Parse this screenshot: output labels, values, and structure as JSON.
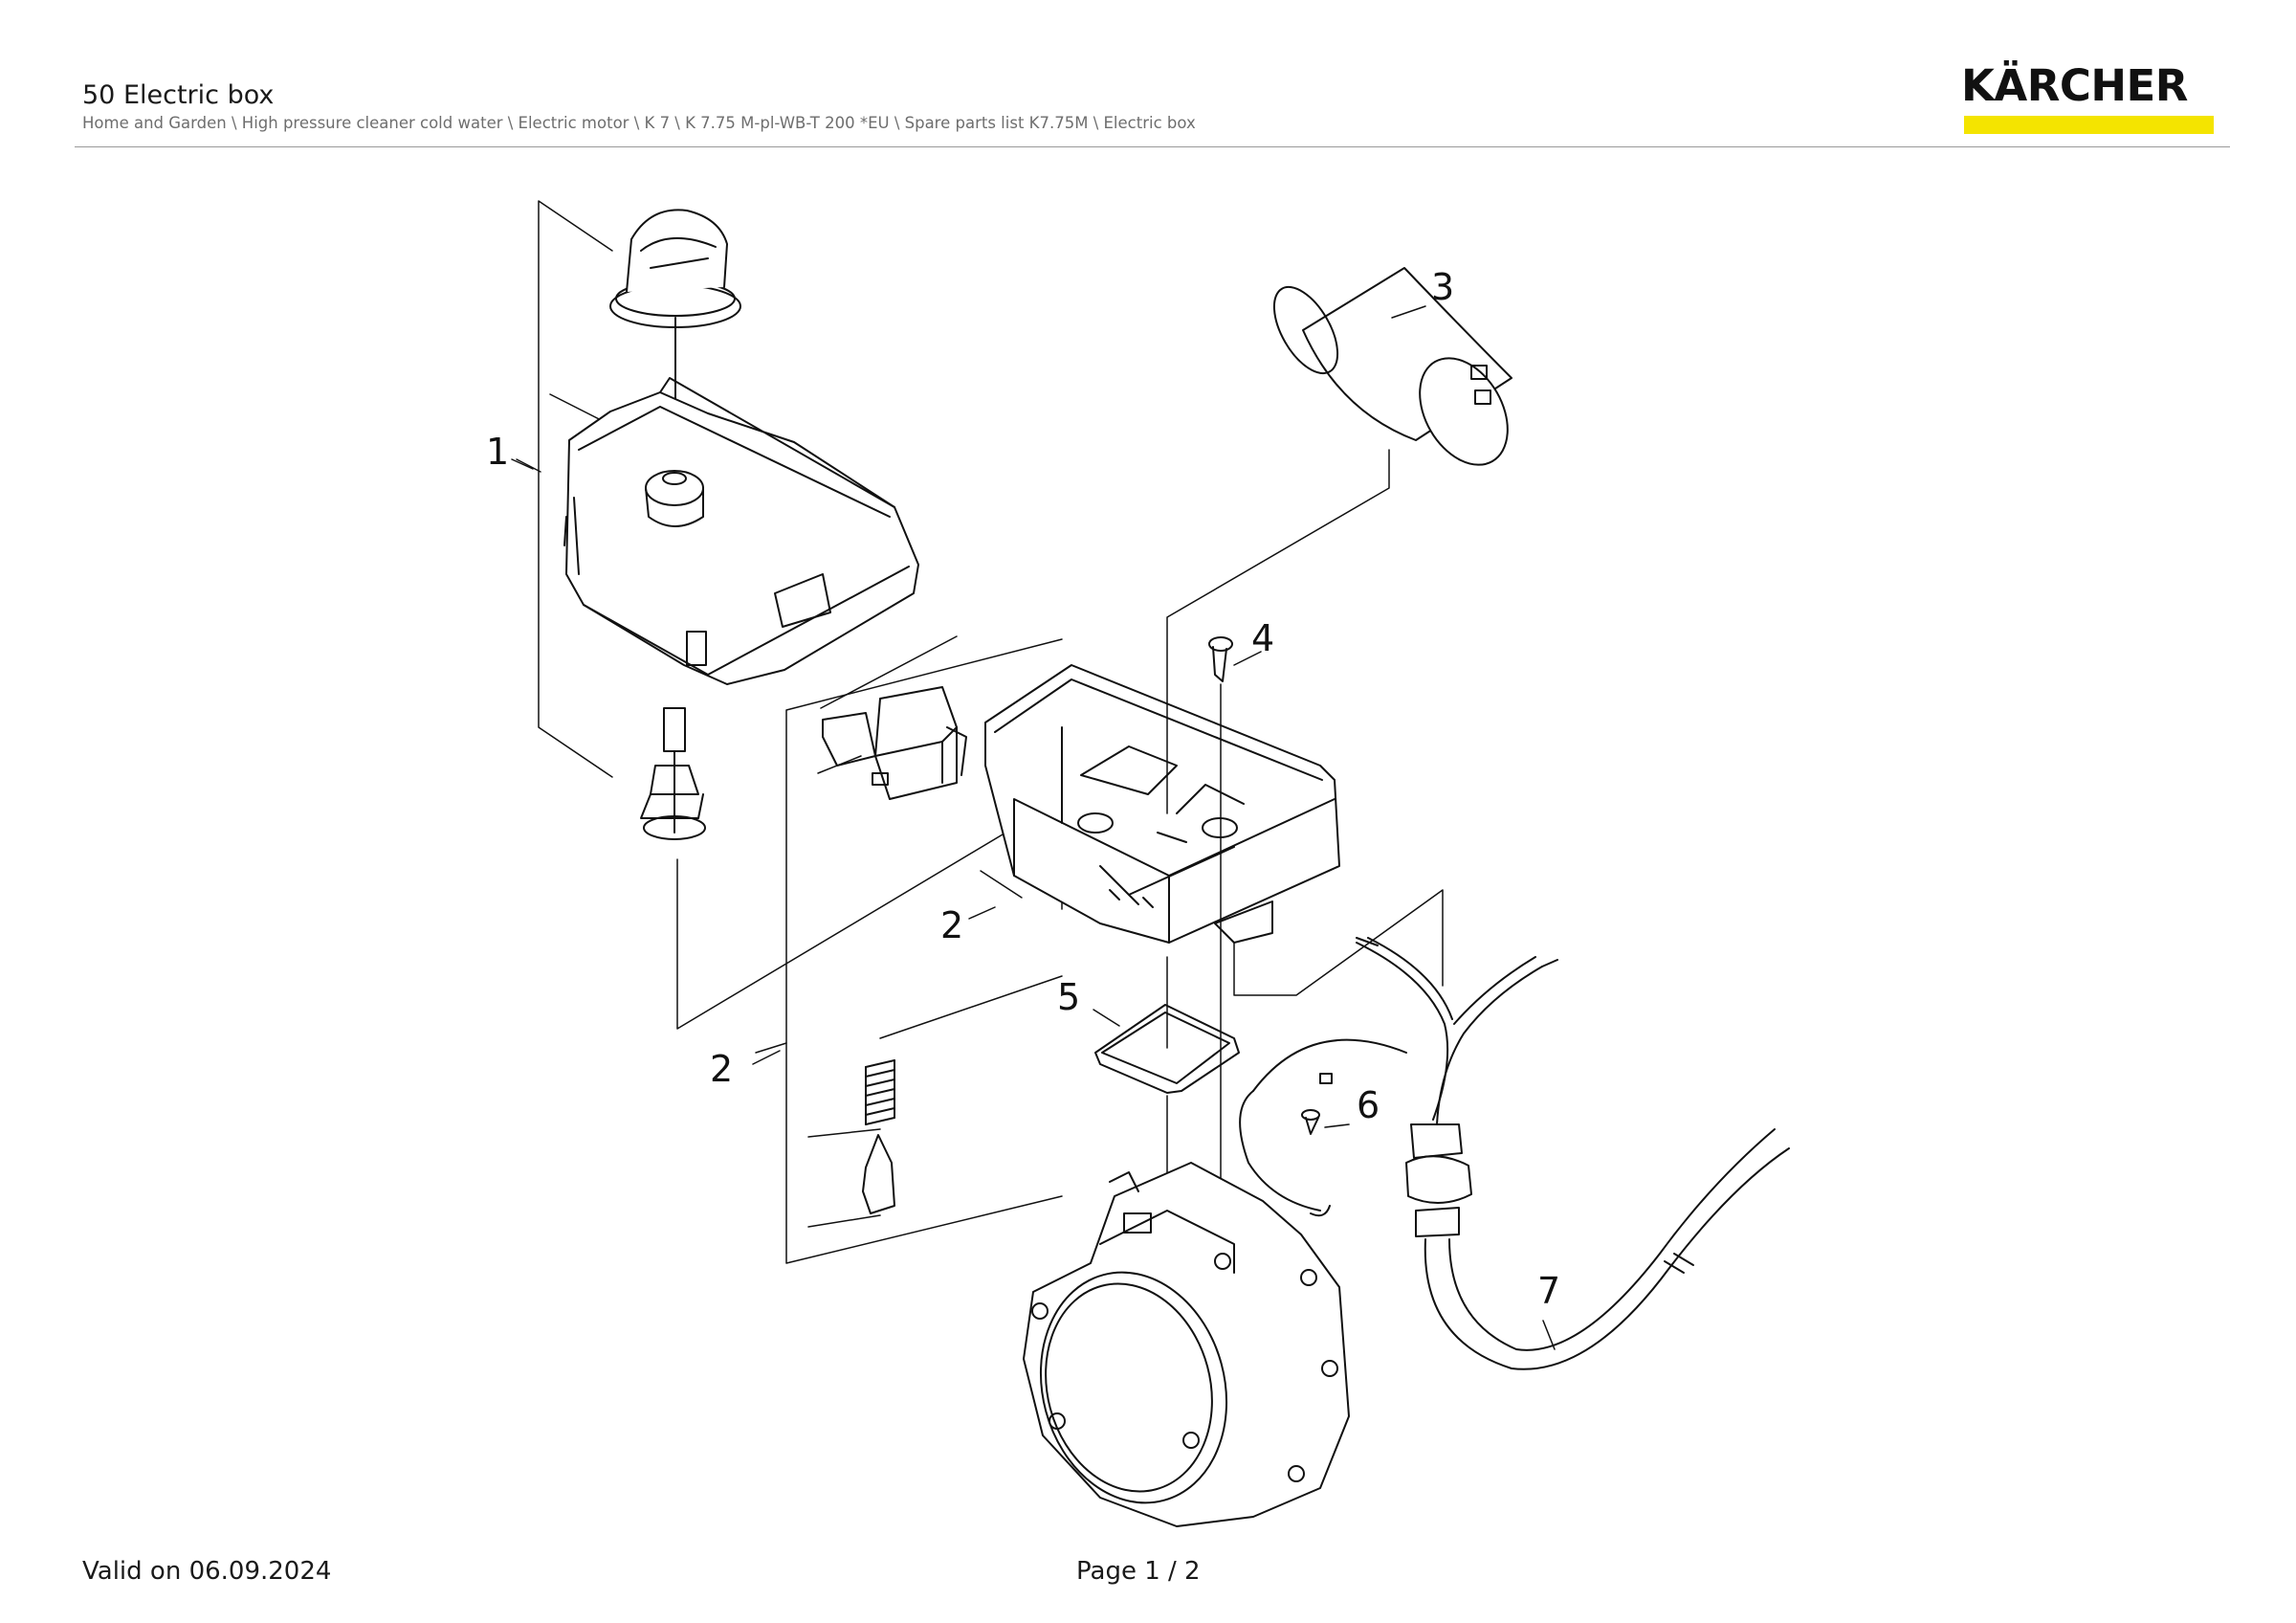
{
  "header": {
    "title": "50 Electric box",
    "breadcrumb": "Home and Garden \\ High pressure cleaner cold water \\ Electric motor \\ K 7 \\ K 7.75 M-pl-WB-T 200 *EU \\ Spare parts list K7.75M \\ Electric box"
  },
  "brand": {
    "name": "KÄRCHER",
    "accent_color": "#f4e400",
    "text_color": "#111111"
  },
  "diagram": {
    "callouts": [
      "1",
      "2",
      "2",
      "3",
      "4",
      "5",
      "6",
      "7"
    ]
  },
  "footer": {
    "valid": "Valid on 06.09.2024",
    "page": "Page 1 / 2"
  }
}
